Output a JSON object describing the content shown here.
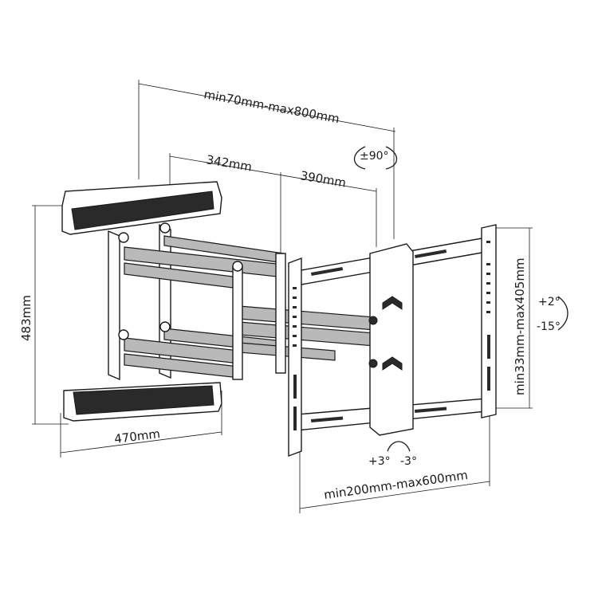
{
  "dimensions": {
    "extension": "min70mm-max800mm",
    "arm_segment_1": "342mm",
    "arm_segment_2": "390mm",
    "wall_plate_height": "483mm",
    "wall_plate_width": "470mm",
    "vesa_vertical": "min33mm-max405mm",
    "vesa_horizontal": "min200mm-max600mm"
  },
  "angles": {
    "swivel": "±90°",
    "tilt_up": "+2°",
    "tilt_down": "-15°",
    "rotate_plus": "+3°",
    "rotate_minus": "-3°"
  },
  "colors": {
    "line": "#1a1a1a",
    "arm_fill": "#b9b9b9",
    "plate_fill": "#2a2a2a",
    "background": "#ffffff"
  }
}
